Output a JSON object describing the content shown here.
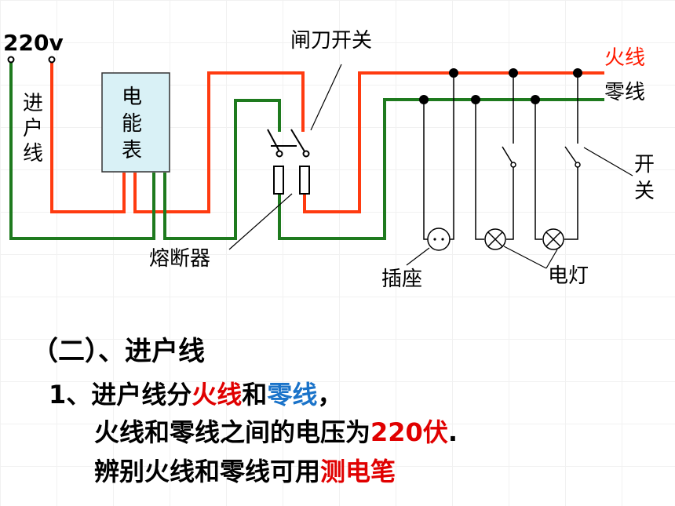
{
  "diagram": {
    "supply_voltage": "220v",
    "incoming_line_label": [
      "进",
      "户",
      "线"
    ],
    "meter_label": [
      "电",
      "能",
      "表"
    ],
    "knife_switch_label": "闸刀开关",
    "live_wire_label": "火线",
    "neutral_wire_label": "零线",
    "switch_label": [
      "开",
      "关"
    ],
    "fuse_label": "熔断器",
    "socket_label": "插座",
    "lamp_label": "电灯",
    "colors": {
      "live": "#ff3b10",
      "neutral": "#1e7a1e",
      "line": "#000000"
    }
  },
  "content": {
    "heading": "（二）、进户线",
    "line1": {
      "a": "1、进户线分",
      "b": "火线",
      "c": "和",
      "d": "零线",
      "e": "，"
    },
    "line2": {
      "a": "火线和零线之间的电压为",
      "b": "220伏",
      "c": "."
    },
    "line3": {
      "a": "辨别火线和零线可用",
      "b": "测电笔"
    }
  }
}
